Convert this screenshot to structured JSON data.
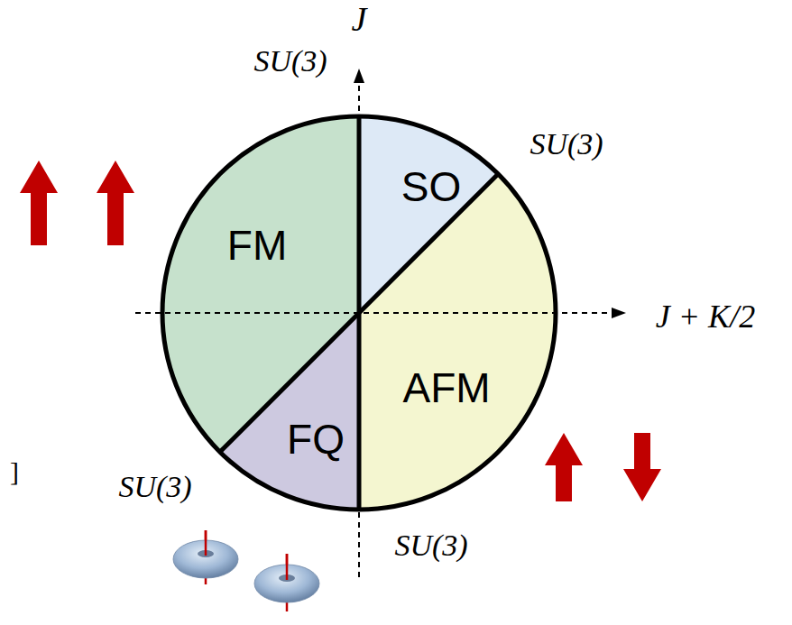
{
  "diagram": {
    "nodes": [
      {
        "text": [
          "SO"
        ]
      },
      {
        "text": [
          "FM"
        ]
      },
      {
        "text": [
          "AFM"
        ]
      },
      {
        "text": [
          "FQ"
        ]
      }
    ],
    "labels": [
      "J",
      "SU(3)",
      "SU(3)",
      "J + K/2",
      "]",
      "SU(3)",
      "SU(3)"
    ]
  }
}
